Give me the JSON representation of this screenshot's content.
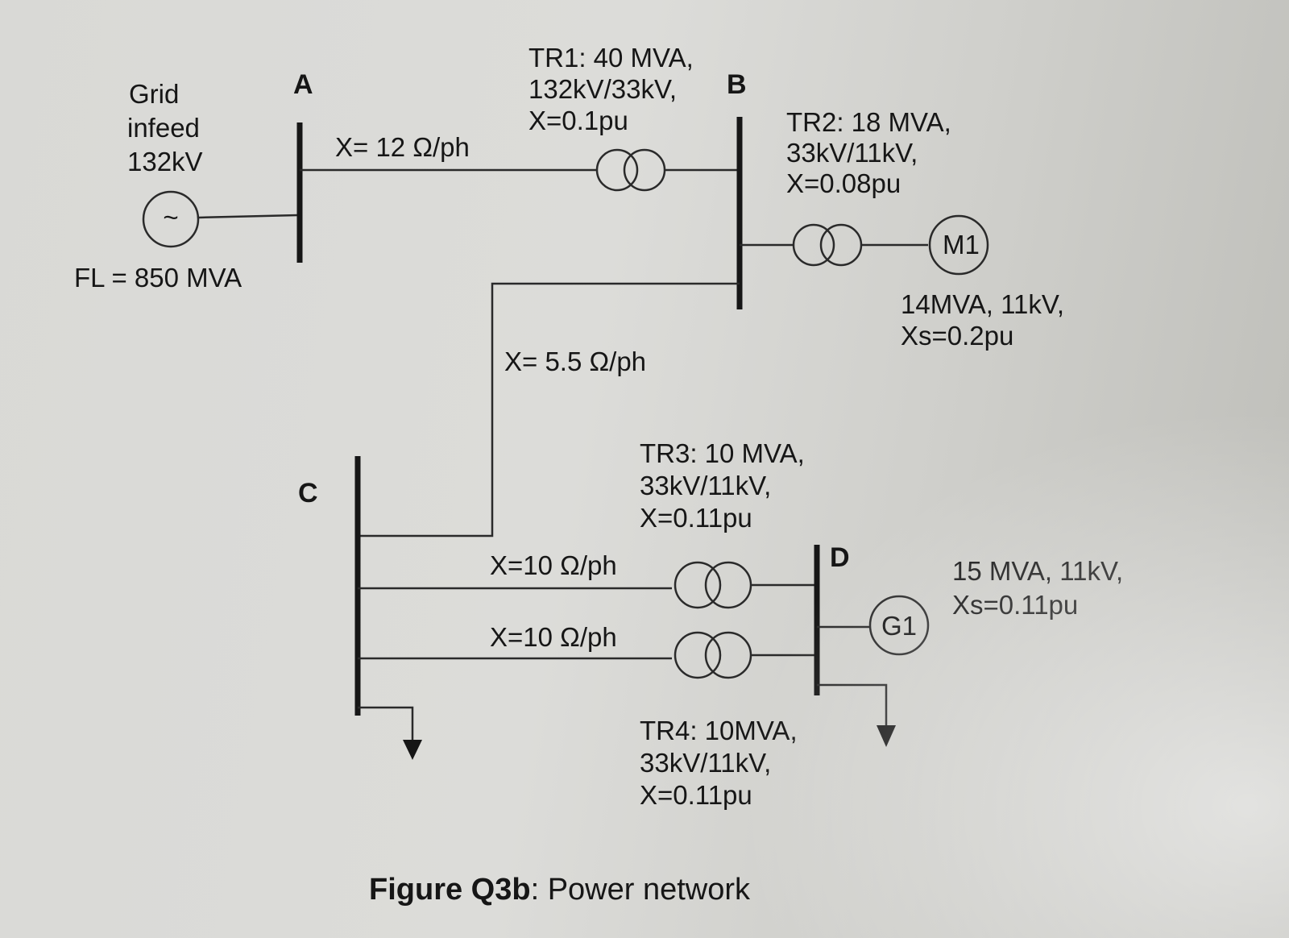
{
  "grid": {
    "label_lines": [
      "Grid",
      "infeed",
      "132kV"
    ],
    "source_symbol": "~",
    "fault_level": "FL = 850 MVA"
  },
  "buses": {
    "a": "A",
    "b": "B",
    "c": "C",
    "d": "D"
  },
  "lines": {
    "ab": "X= 12 Ω/ph",
    "bc": "X= 5.5 Ω/ph",
    "cd1": "X=10 Ω/ph",
    "cd2": "X=10 Ω/ph"
  },
  "transformers": {
    "tr1": [
      "TR1: 40 MVA,",
      "132kV/33kV,",
      "X=0.1pu"
    ],
    "tr2": [
      "TR2: 18 MVA,",
      "33kV/11kV,",
      "X=0.08pu"
    ],
    "tr3": [
      "TR3: 10 MVA,",
      "33kV/11kV,",
      "X=0.11pu"
    ],
    "tr4": [
      "TR4: 10MVA,",
      "33kV/11kV,",
      "X=0.11pu"
    ]
  },
  "motor": {
    "symbol": "M1",
    "rating": [
      "14MVA, 11kV,",
      "Xs=0.2pu"
    ]
  },
  "generator": {
    "symbol": "G1",
    "rating": [
      "15 MVA, 11kV,",
      "Xs=0.11pu"
    ]
  },
  "caption": {
    "bold": "Figure Q3b",
    "rest": ": Power network"
  }
}
